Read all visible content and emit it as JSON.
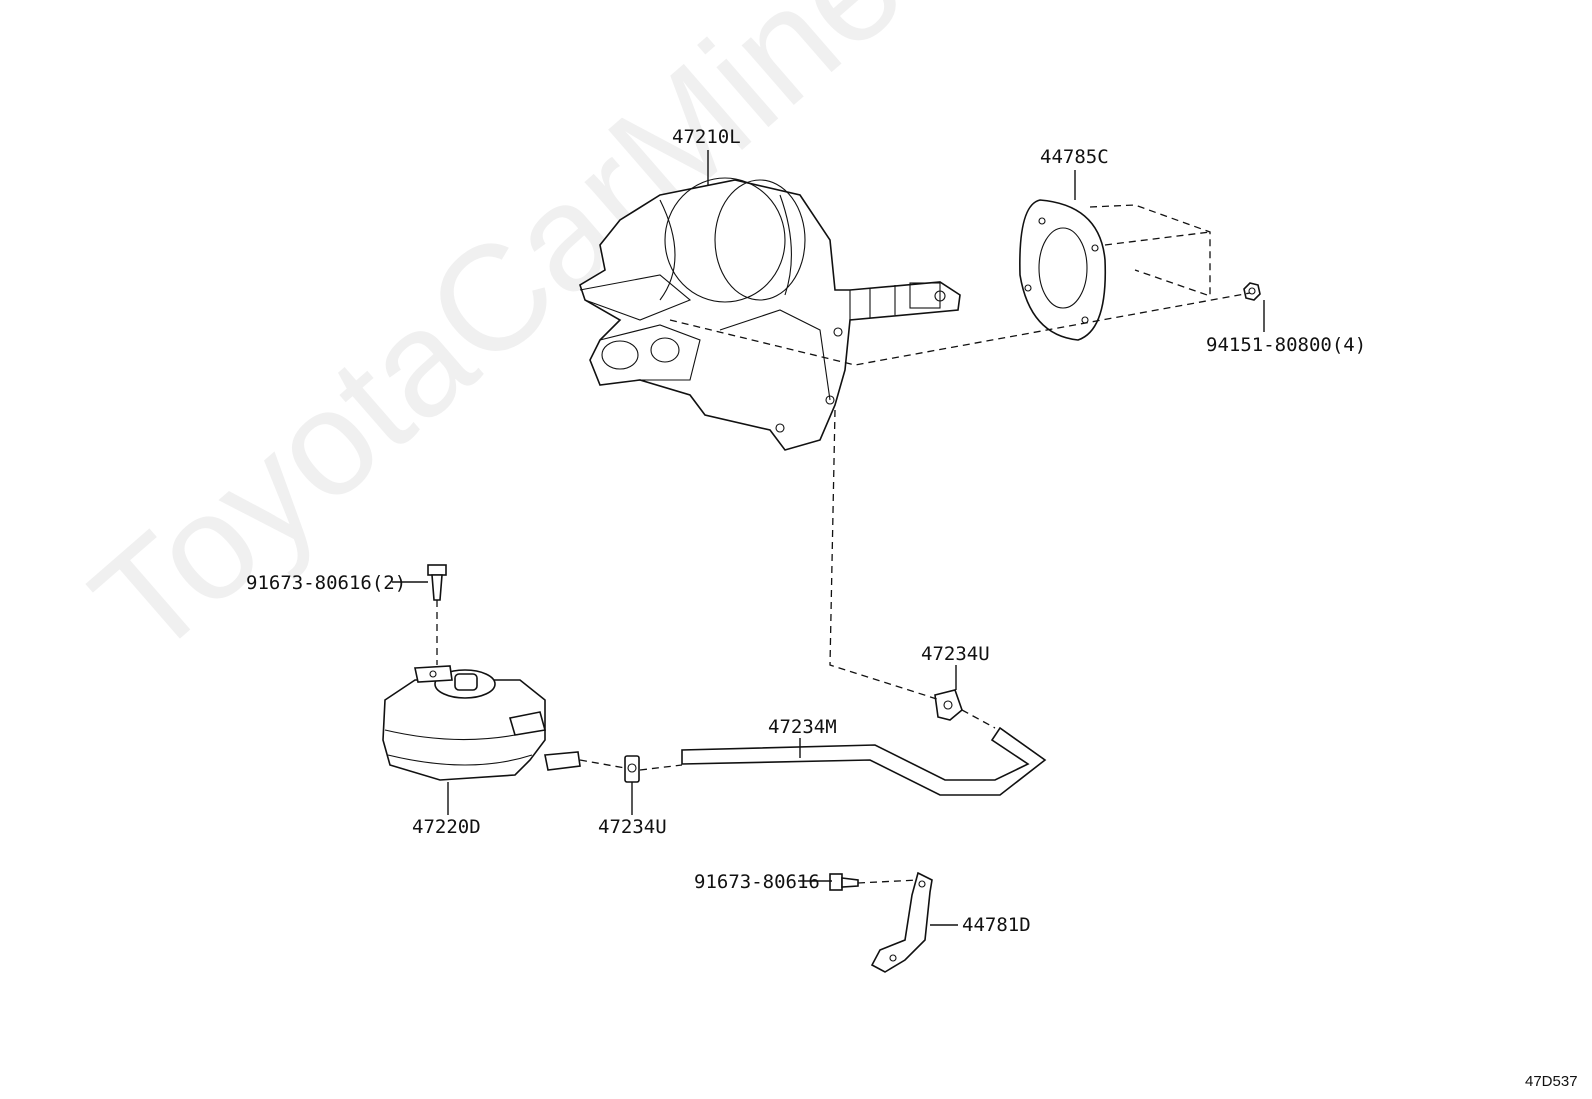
{
  "watermark": "ToyotaCarMine.ru",
  "diagram_id": "47D537",
  "parts": {
    "booster": "47210L",
    "gasket": "44785C",
    "nut": "94151-80800(4)",
    "bolt_top": "91673-80616(2)",
    "clip_upper": "47234U",
    "hose": "47234M",
    "reservoir": "47220D",
    "clip_lower": "47234U",
    "bolt_bottom": "91673-80616",
    "bracket": "44781D"
  }
}
